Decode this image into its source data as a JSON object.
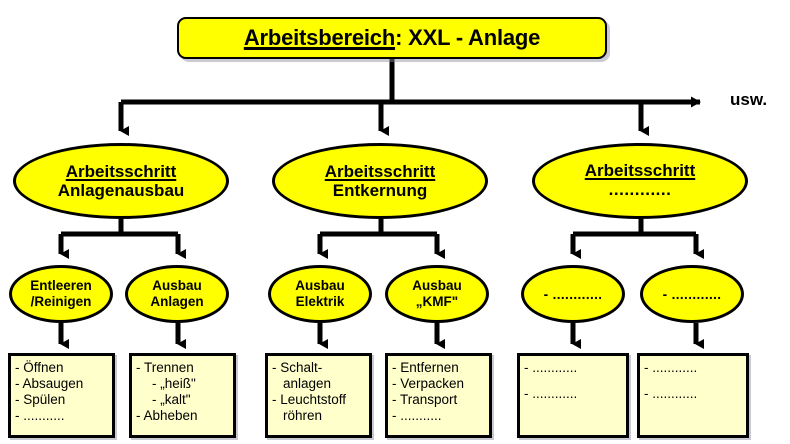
{
  "diagram": {
    "type": "hierarchy-tree",
    "colors": {
      "node_fill": "#ffff00",
      "leaf_fill": "#ffffcc",
      "stroke": "#000000",
      "background": "#ffffff"
    },
    "title_node": {
      "label_underlined": "Arbeitsbereich",
      "label_rest": ": XXL - Anlage"
    },
    "overflow_marker": "usw.",
    "level2": [
      {
        "line1": "Arbeitsschritt",
        "line2": "Anlagenausbau",
        "children": [
          {
            "line1": "Entleeren",
            "line2": "/Reinigen",
            "leaf": {
              "lines": [
                "- Öffnen",
                "- Absaugen",
                "- Spülen",
                "- ..........."
              ],
              "indents": [
                0,
                0,
                0,
                0
              ]
            }
          },
          {
            "line1": "Ausbau",
            "line2": "Anlagen",
            "leaf": {
              "lines": [
                "- Trennen",
                "- „heiß\"",
                "- „kalt\"",
                "- Abheben"
              ],
              "indents": [
                0,
                1,
                1,
                0
              ]
            }
          }
        ]
      },
      {
        "line1": "Arbeitsschritt",
        "line2": "Entkernung",
        "children": [
          {
            "line1": "Ausbau",
            "line2": "Elektrik",
            "leaf": {
              "lines": [
                "- Schalt-",
                "anlagen",
                "- Leuchtstoff",
                "röhren"
              ],
              "indents": [
                0,
                2,
                0,
                2
              ]
            }
          },
          {
            "line1": "Ausbau",
            "line2": "„KMF\"",
            "leaf": {
              "lines": [
                "- Entfernen",
                "- Verpacken",
                "- Transport",
                "- ..........."
              ],
              "indents": [
                0,
                0,
                0,
                0
              ]
            }
          }
        ]
      },
      {
        "line1": "Arbeitsschritt",
        "line2": "............",
        "children": [
          {
            "line1": "- ............",
            "line2": "",
            "leaf": {
              "lines": [
                "- ............",
                "- ............"
              ],
              "indents": [
                0,
                0
              ]
            }
          },
          {
            "line1": "- ............",
            "line2": "",
            "leaf": {
              "lines": [
                "- ............",
                "- ............"
              ],
              "indents": [
                0,
                0
              ]
            }
          }
        ]
      }
    ]
  }
}
